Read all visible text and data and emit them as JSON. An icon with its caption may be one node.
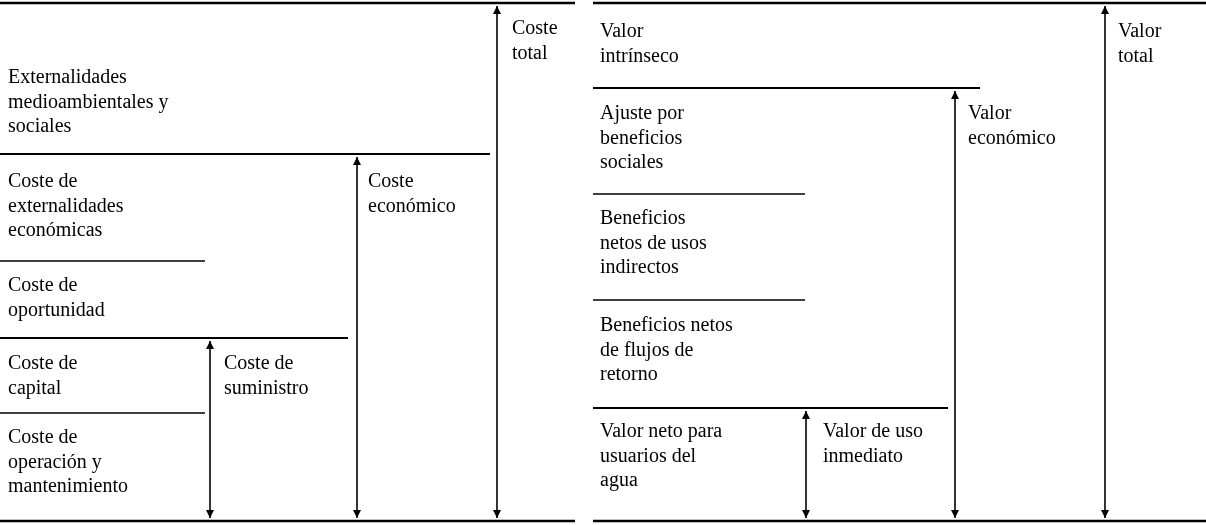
{
  "diagram": {
    "labels": [
      "Externalidades medioambientales y sociales",
      "Coste total",
      "Coste de externalidades económicas",
      "Coste económico",
      "Coste de oportunidad",
      "Coste de capital",
      "Coste de suministro",
      "Coste de operación y mantenimiento",
      "Valor intrínseco",
      "Valor total",
      "Ajuste por beneficios sociales",
      "Valor económico",
      "Beneficios netos de usos indirectos",
      "Beneficios netos de flujos de retorno",
      "Valor neto para usuarios del agua",
      "Valor de uso inmediato"
    ]
  }
}
